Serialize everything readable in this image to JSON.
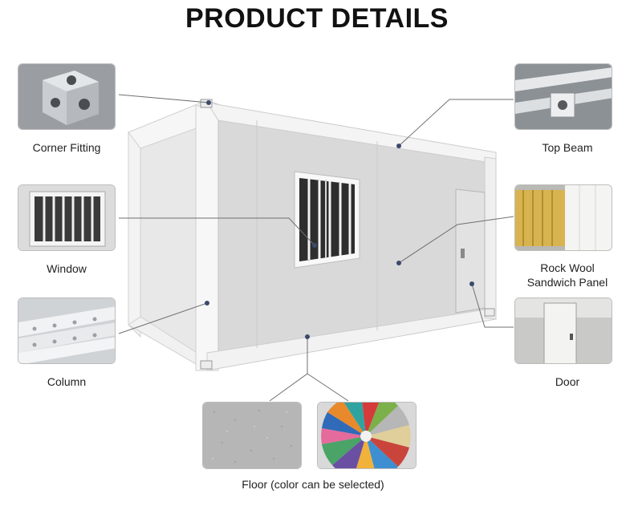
{
  "title": "PRODUCT DETAILS",
  "labels": {
    "corner_fitting": "Corner Fitting",
    "window": "Window",
    "column": "Column",
    "top_beam": "Top Beam",
    "rock_wool_line1": "Rock Wool",
    "rock_wool_line2": "Sandwich Panel",
    "door": "Door",
    "floor": "Floor (color can be selected)"
  }
}
